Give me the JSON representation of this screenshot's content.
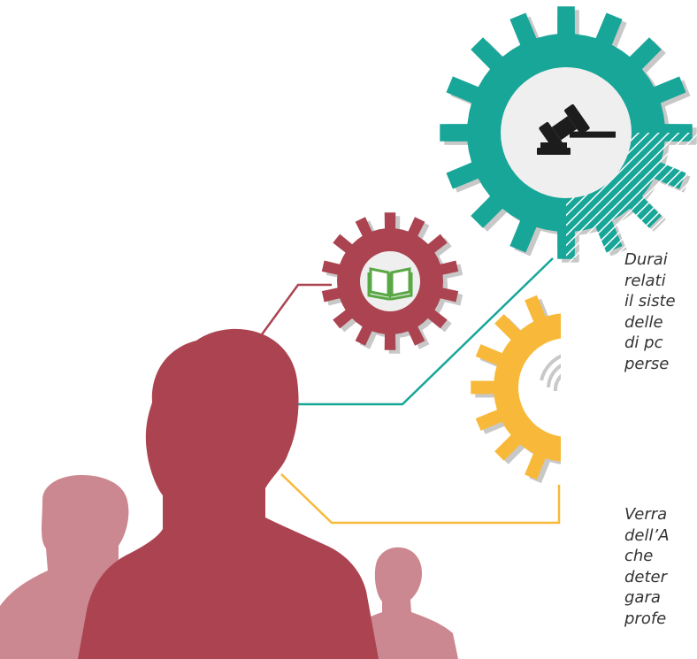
{
  "colors": {
    "teal": "#17a698",
    "maroon": "#ab4450",
    "yellow": "#f8b93a",
    "silhouette_main": "#ab4450",
    "silhouette_back": "#cc8890",
    "gear_center": "#efefef",
    "book_green": "#5aa845",
    "text": "#333333"
  },
  "icons": {
    "teal_gear": "gavel-icon",
    "maroon_gear": "open-book-icon",
    "yellow_gear": "wireless-signal-icon"
  },
  "text": {
    "paragraph_1": [
      "Durai",
      "relati",
      "il siste",
      "delle",
      "di pc",
      "perse"
    ],
    "paragraph_2": [
      "Verra",
      "dell’A",
      "che",
      "deter",
      "gara",
      "profe"
    ]
  }
}
